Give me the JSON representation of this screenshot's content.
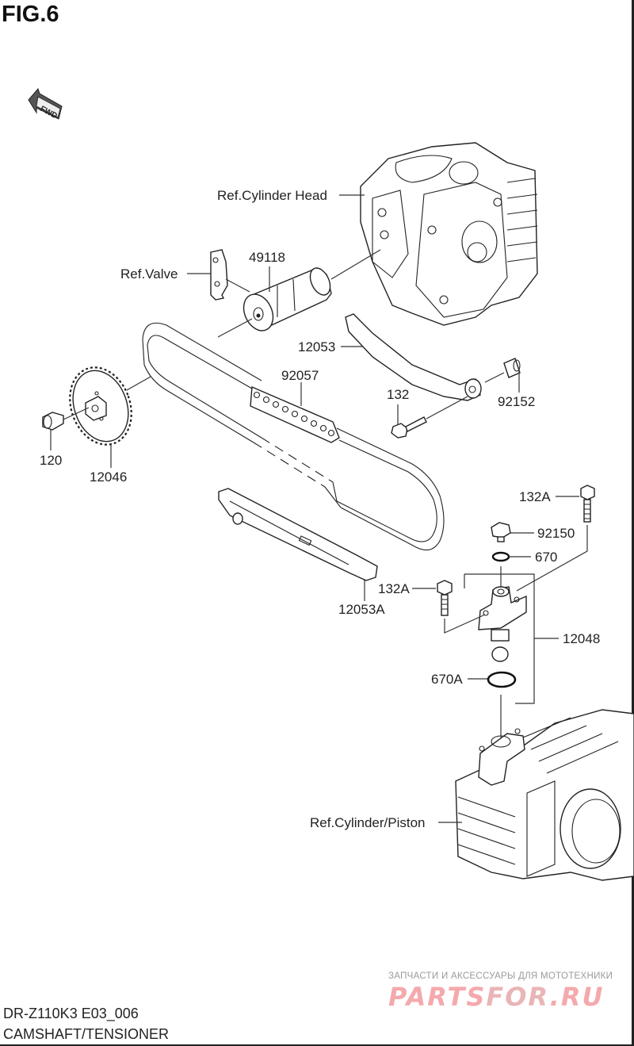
{
  "figure": {
    "title": "FIG.6",
    "direction_indicator": "FWD"
  },
  "labels": {
    "cylinder_head": "Ref.Cylinder Head",
    "valve": "Ref.Valve",
    "camshaft": "49118",
    "guide_upper": "12053",
    "chain": "92057",
    "bolt_132": "132",
    "collar": "92152",
    "bolt_120": "120",
    "sprocket": "12046",
    "bolt_132a_top": "132A",
    "cap_bolt": "92150",
    "oring_670": "670",
    "bolt_132a_left": "132A",
    "tensioner": "12048",
    "guide_lower": "12053A",
    "oring_670a": "670A",
    "cylinder_piston": "Ref.Cylinder/Piston"
  },
  "footer": {
    "model_code": "DR-Z110K3 E03_006",
    "section_name": "CAMSHAFT/TENSIONER"
  },
  "watermark": {
    "tagline": "ЗАПЧАСТИ И АКСЕССУАРЫ ДЛЯ МОТОТЕХНИКИ",
    "brand_left": "PARTS",
    "brand_mid": "FOR",
    "brand_right": ".RU",
    "color": "#f4a9ac"
  }
}
